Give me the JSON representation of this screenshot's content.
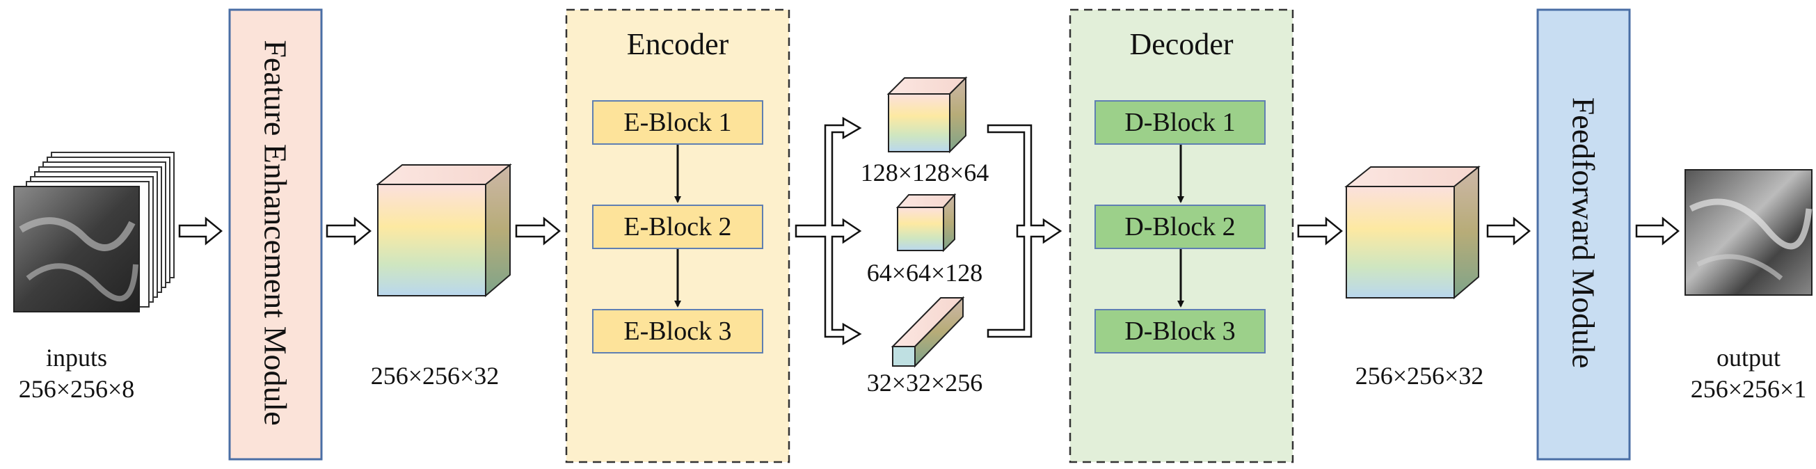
{
  "inputs": {
    "label": "inputs",
    "dims": "256×256×8"
  },
  "feature_module": {
    "label": "Feature Enhancement Module",
    "color": "#fbe3d9"
  },
  "cube1_dims": "256×256×32",
  "encoder": {
    "title": "Encoder",
    "color": "#fdf0cc",
    "blocks": [
      "E-Block 1",
      "E-Block 2",
      "E-Block 3"
    ],
    "block_color": "#fde39a"
  },
  "features": {
    "dims": [
      "128×128×64",
      "64×64×128",
      "32×32×256"
    ]
  },
  "decoder": {
    "title": "Decoder",
    "color": "#e2efd9",
    "blocks": [
      "D-Block 1",
      "D-Block 2",
      "D-Block 3"
    ],
    "block_color": "#9cd08a"
  },
  "cube2_dims": "256×256×32",
  "feedforward": {
    "label": "Feedforward Module",
    "color": "#c8ddf2"
  },
  "output": {
    "label": "output",
    "dims": "256×256×1"
  }
}
